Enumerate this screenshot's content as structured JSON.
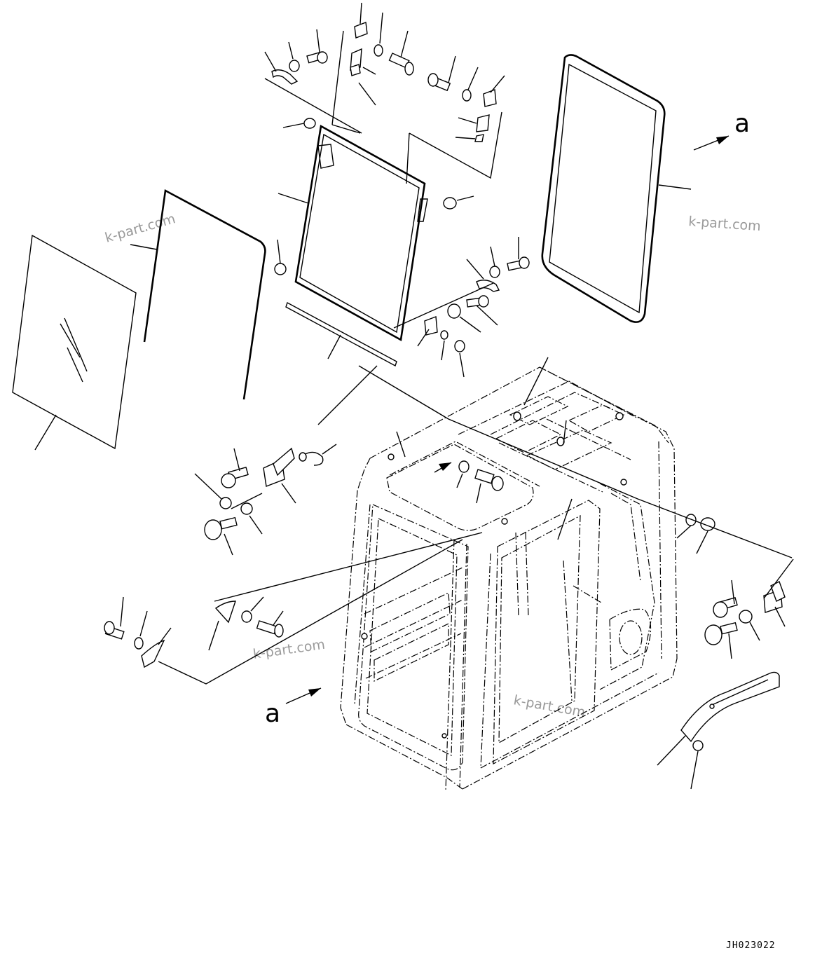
{
  "view_labels": {
    "right": "a",
    "bottom": "a"
  },
  "watermarks": [
    "k-part.com",
    "k-part.com",
    "k-part.com",
    "k-part.com"
  ],
  "drawing_code": "JH023022"
}
